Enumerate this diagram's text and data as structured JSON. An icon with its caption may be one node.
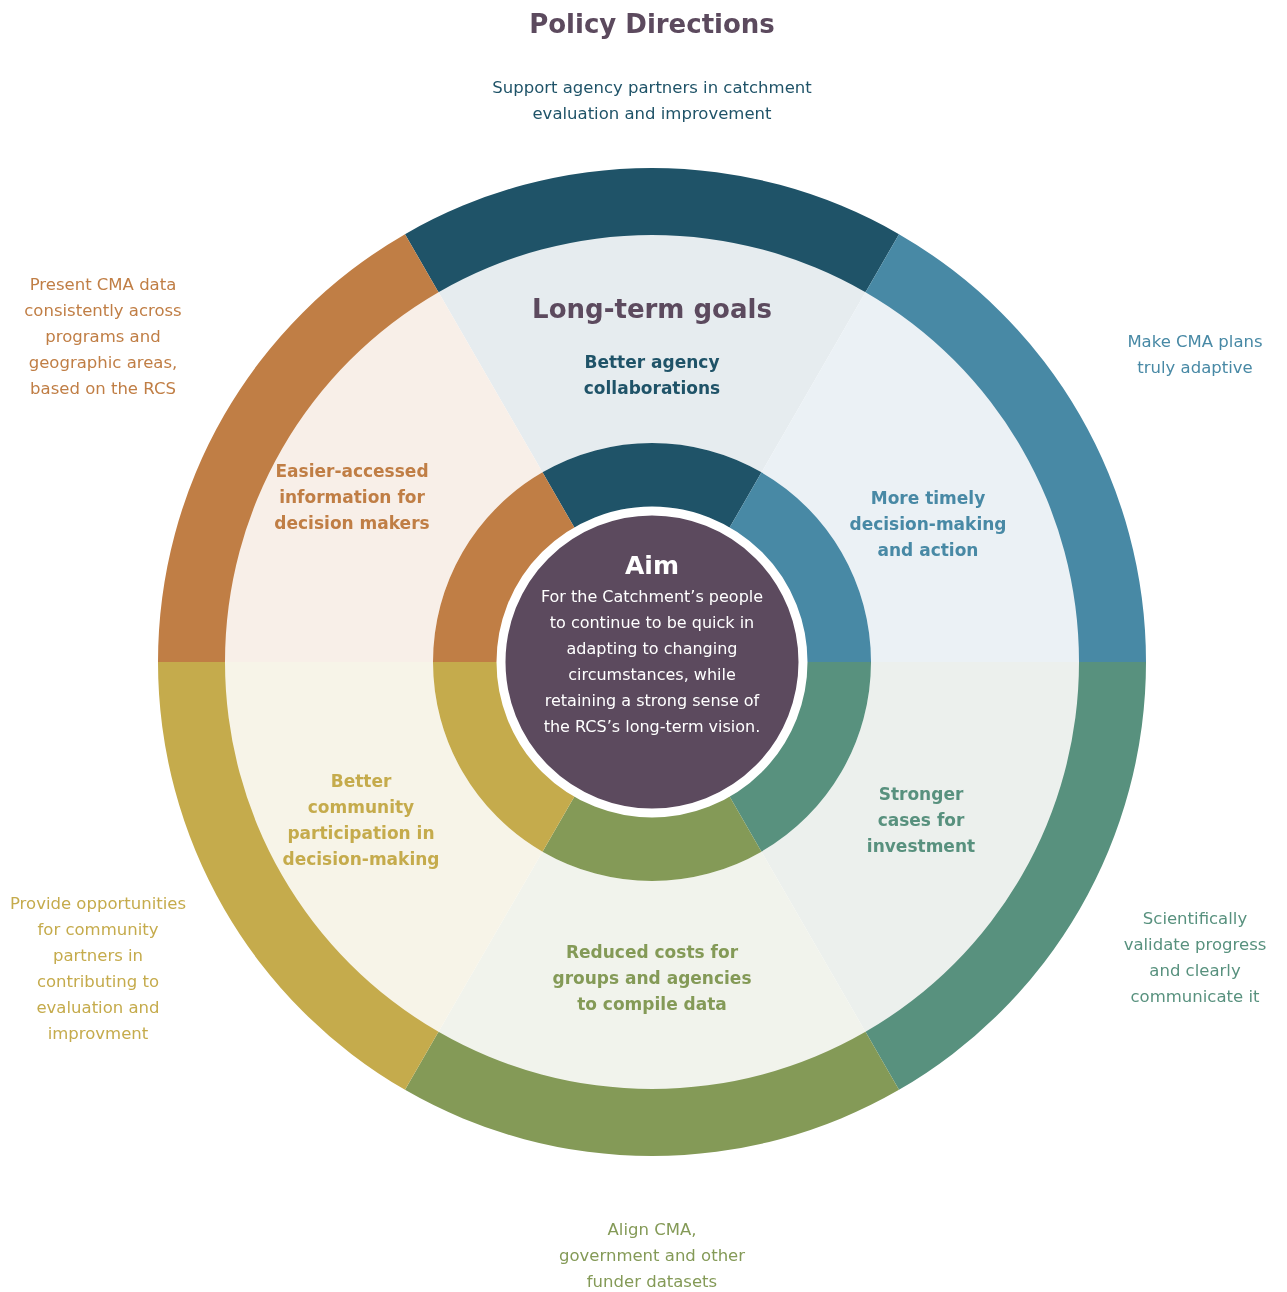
{
  "diagram": {
    "title": "Policy Directions",
    "nodes": [
      {
        "text": [
          "Better agency collaborations"
        ]
      },
      {
        "text": [
          "More timely decision-making and action"
        ]
      },
      {
        "text": [
          "Stronger cases for investment"
        ]
      },
      {
        "text": [
          "Reduced costs for groups and agencies to compile data"
        ]
      },
      {
        "text": [
          "Better community participation in decision-making"
        ]
      },
      {
        "text": [
          "Easier-accessed information for decision makers"
        ]
      },
      {
        "text": [
          "Aim",
          "For the Catchment’s people to continue to be quick in adapting to changing circumstances, while retaining a strong sense of the RCS’s long-term vision."
        ]
      }
    ],
    "labels": [
      "Support agency partners in catchment evaluation and improvement",
      "Present CMA data consistently across programs and geographic areas, based on the RCS",
      "Long-term goals",
      "Make CMA plans truly adaptive",
      "Provide opportunities for community partners in contributing to evaluation and improvment",
      "Scientifically validate progress and clearly communicate it",
      "Align CMA, government and other funder datasets"
    ]
  }
}
